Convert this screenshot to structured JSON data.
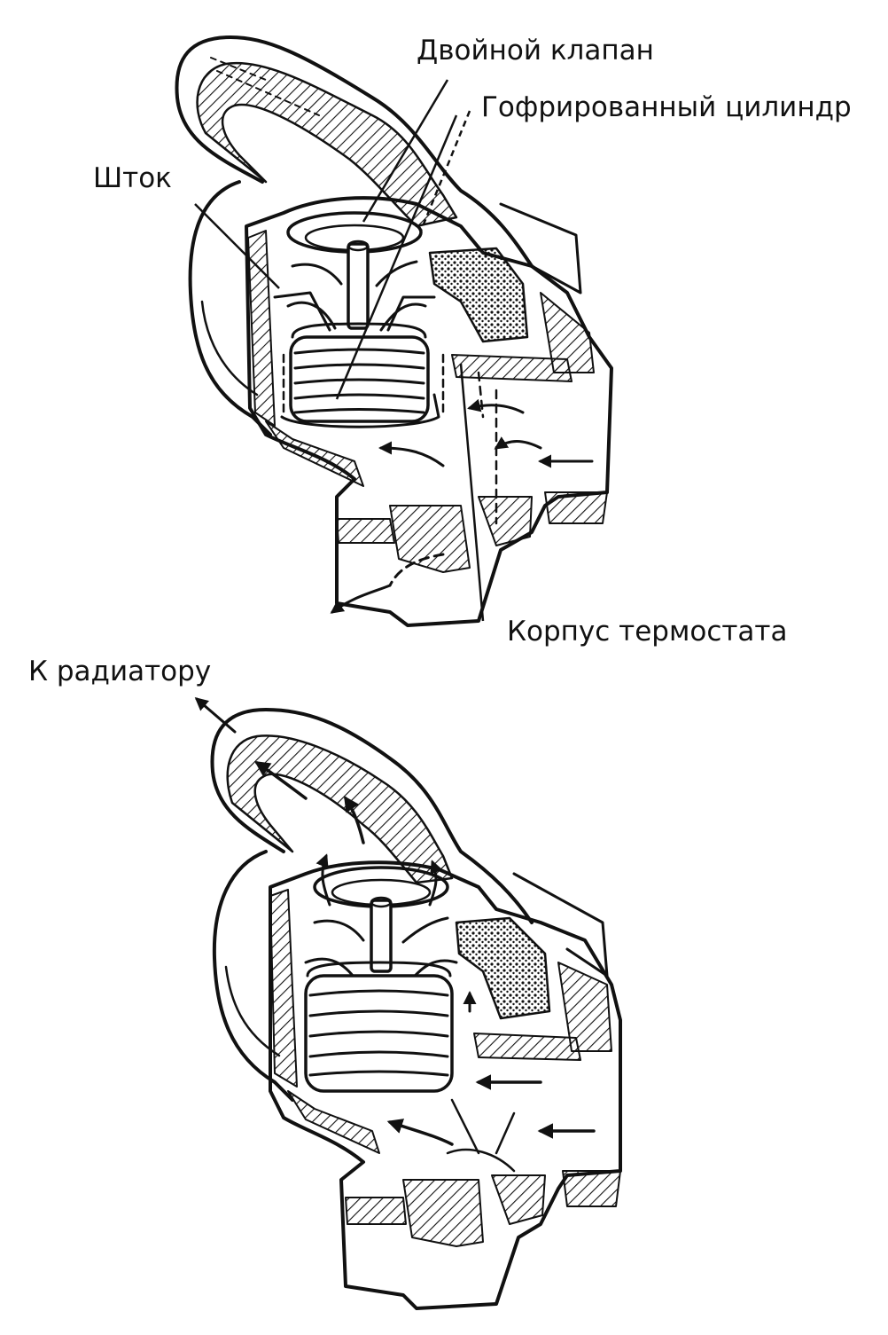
{
  "labels": {
    "double_valve": "Двойной клапан",
    "corrugated_cylinder": "Гофрированный цилиндр",
    "stem": "Шток",
    "thermostat_body": "Корпус термостата",
    "to_radiator": "К радиатору"
  },
  "colors": {
    "ink": "#111111",
    "paper": "#ffffff"
  }
}
